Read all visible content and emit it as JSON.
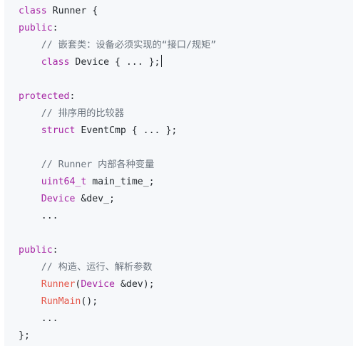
{
  "code": {
    "lines": [
      [
        {
          "t": "class",
          "c": "kw"
        },
        {
          "t": " Runner {",
          "c": "tx"
        }
      ],
      [
        {
          "t": "public",
          "c": "kw"
        },
        {
          "t": ":",
          "c": "tx"
        }
      ],
      [
        {
          "t": "    ",
          "c": "tx"
        },
        {
          "t": "// 嵌套类：设备必须实现的“接口/规矩”",
          "c": "cm"
        }
      ],
      [
        {
          "t": "    ",
          "c": "tx"
        },
        {
          "t": "class",
          "c": "kw"
        },
        {
          "t": " Device { ... };",
          "c": "tx"
        }
      ],
      [],
      [
        {
          "t": "protected",
          "c": "kw"
        },
        {
          "t": ":",
          "c": "tx"
        }
      ],
      [
        {
          "t": "    ",
          "c": "tx"
        },
        {
          "t": "// 排序用的比较器",
          "c": "cm"
        }
      ],
      [
        {
          "t": "    ",
          "c": "tx"
        },
        {
          "t": "struct",
          "c": "kw"
        },
        {
          "t": " EventCmp { ... };",
          "c": "tx"
        }
      ],
      [],
      [
        {
          "t": "    ",
          "c": "tx"
        },
        {
          "t": "// Runner 内部各种变量",
          "c": "cm"
        }
      ],
      [
        {
          "t": "    ",
          "c": "tx"
        },
        {
          "t": "uint64_t",
          "c": "kw"
        },
        {
          "t": " main_time_;",
          "c": "tx"
        }
      ],
      [
        {
          "t": "    ",
          "c": "tx"
        },
        {
          "t": "Device",
          "c": "kw"
        },
        {
          "t": " &dev_;",
          "c": "tx"
        }
      ],
      [
        {
          "t": "    ...",
          "c": "tx"
        }
      ],
      [],
      [
        {
          "t": "public",
          "c": "kw"
        },
        {
          "t": ":",
          "c": "tx"
        }
      ],
      [
        {
          "t": "    ",
          "c": "tx"
        },
        {
          "t": "// 构造、运行、解析参数",
          "c": "cm"
        }
      ],
      [
        {
          "t": "    ",
          "c": "tx"
        },
        {
          "t": "Runner",
          "c": "fn"
        },
        {
          "t": "(",
          "c": "tx"
        },
        {
          "t": "Device",
          "c": "kw"
        },
        {
          "t": " &dev);",
          "c": "tx"
        }
      ],
      [
        {
          "t": "    ",
          "c": "tx"
        },
        {
          "t": "RunMain",
          "c": "fn"
        },
        {
          "t": "();",
          "c": "tx"
        }
      ],
      [
        {
          "t": "    ...",
          "c": "tx"
        }
      ],
      [
        {
          "t": "};",
          "c": "tx"
        }
      ]
    ]
  },
  "colors": {
    "keyword": "#a626a4",
    "comment": "#6a737d",
    "function": "#e45649",
    "text": "#24292e",
    "background": "#f6f8fa"
  }
}
